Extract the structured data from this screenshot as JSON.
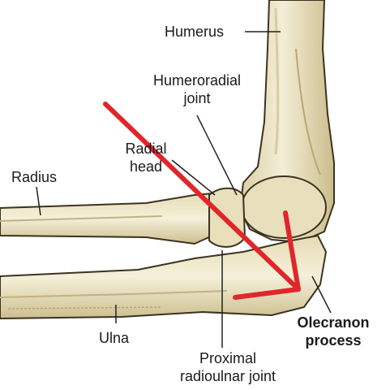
{
  "labels": {
    "humerus": "Humerus",
    "humeroradial_1": "Humeroradial",
    "humeroradial_2": "joint",
    "radial_head_1": "Radial",
    "radial_head_2": "head",
    "radius": "Radius",
    "ulna": "Ulna",
    "olecranon_1": "Olecranon",
    "olecranon_2": "process",
    "proximal_1": "Proximal",
    "proximal_2": "radioulnar joint"
  },
  "colors": {
    "bone_fill": "#efe6c4",
    "bone_shade": "#c9b98a",
    "bone_outline": "#3b3320",
    "arrow": "#e0262b",
    "leader": "#222222"
  }
}
